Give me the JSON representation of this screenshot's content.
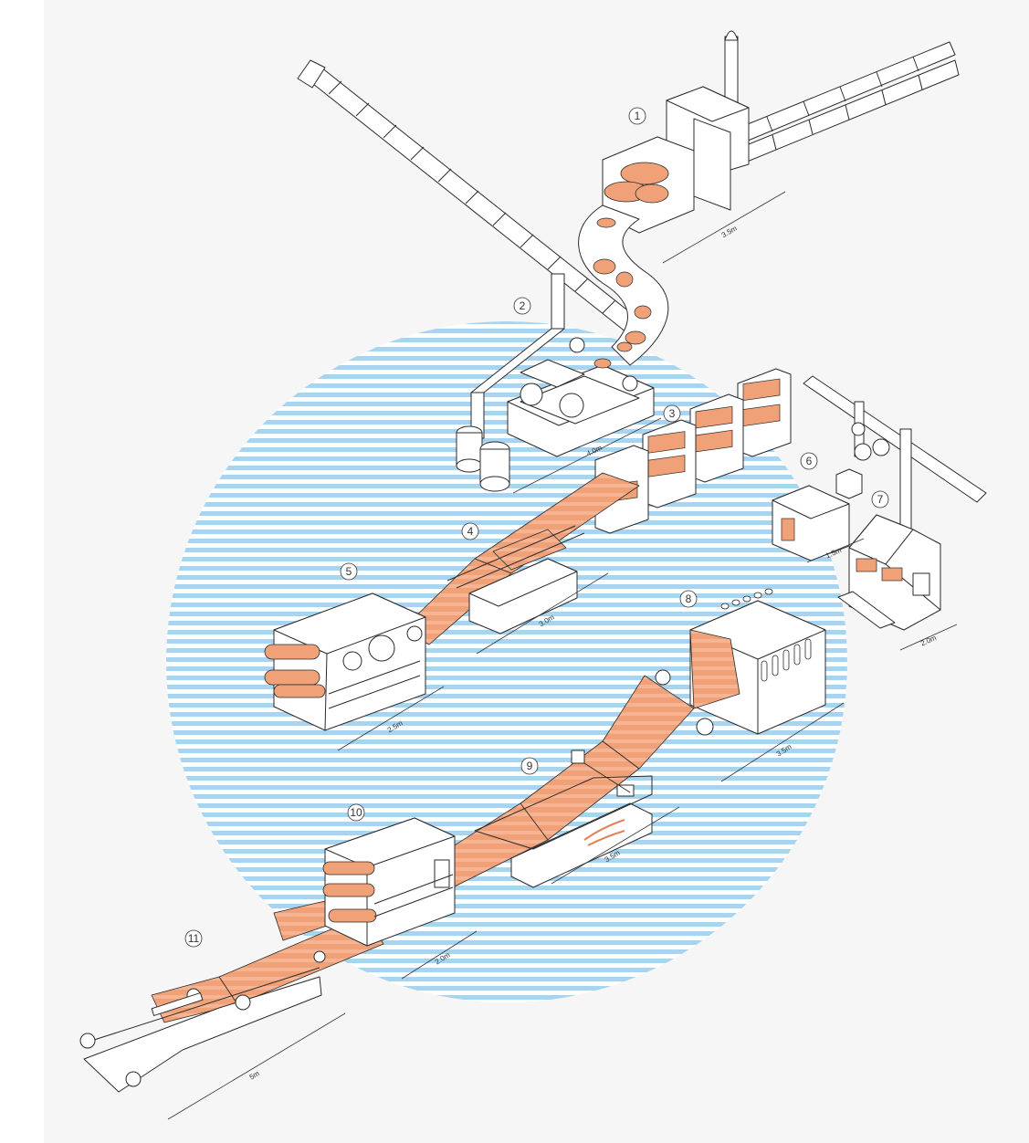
{
  "colors": {
    "background": "#ffffff",
    "panel": "#f6f6f6",
    "stripe": "#a9d4f0",
    "material": "#f0a178",
    "material_dark": "#e08356",
    "line": "#2a2a2a"
  },
  "stations": [
    {
      "id": "1"
    },
    {
      "id": "2"
    },
    {
      "id": "3"
    },
    {
      "id": "4"
    },
    {
      "id": "5"
    },
    {
      "id": "6"
    },
    {
      "id": "7"
    },
    {
      "id": "8"
    },
    {
      "id": "9"
    },
    {
      "id": "10"
    },
    {
      "id": "11"
    }
  ],
  "dimensions": [
    {
      "label": "3.5m"
    },
    {
      "label": "4.0m"
    },
    {
      "label": "3.0m"
    },
    {
      "label": "2.5m"
    },
    {
      "label": "1.5m"
    },
    {
      "label": "2.0m"
    },
    {
      "label": "3.5m"
    },
    {
      "label": "3.5m"
    },
    {
      "label": "2.0m"
    },
    {
      "label": "5m"
    }
  ]
}
